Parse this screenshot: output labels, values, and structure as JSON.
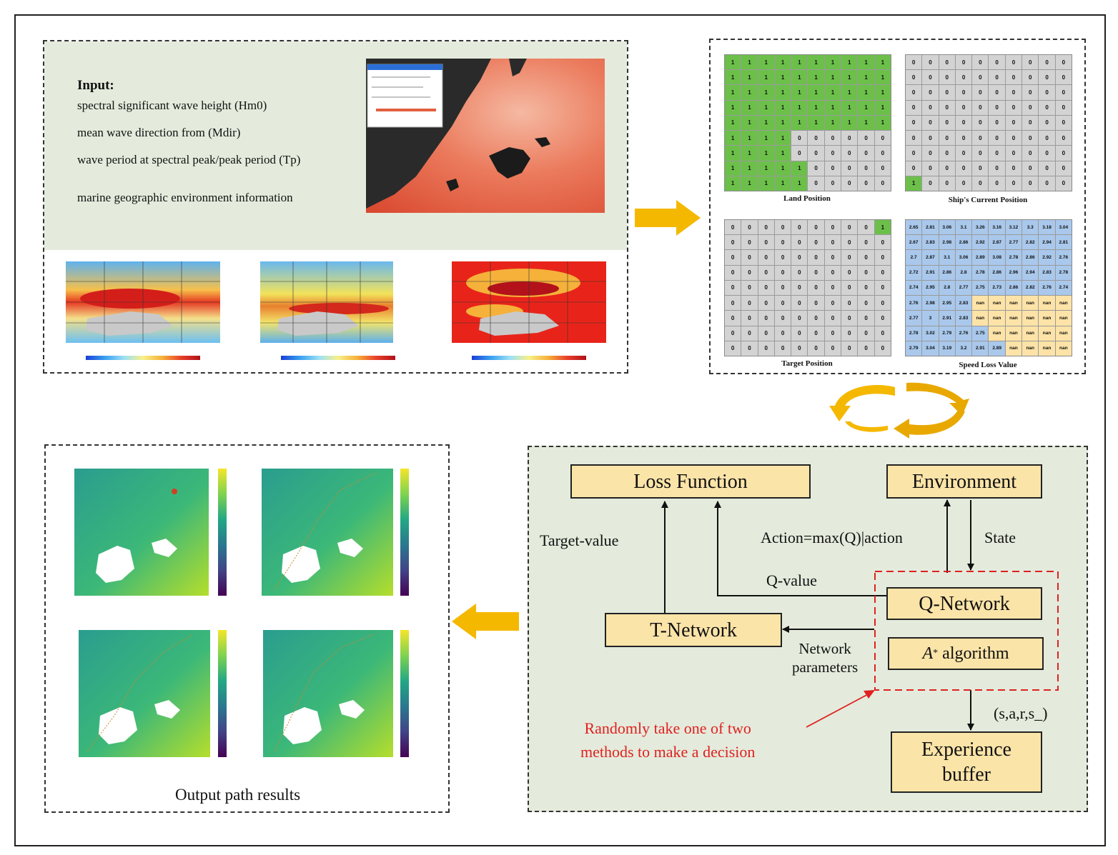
{
  "input": {
    "title": "Input:",
    "lines": [
      "spectral significant wave height (Hm0)",
      "mean wave direction from (Mdir)",
      "wave period at spectral peak/peak period (Tp)",
      "marine geographic environment information"
    ]
  },
  "grids": {
    "land_caption": "Land Position",
    "ship_caption": "Ship's Current Position",
    "target_caption": "Target Position",
    "speed_caption": "Speed Loss Value",
    "land_cells": [
      [
        1,
        1,
        1,
        1,
        1,
        1,
        1,
        1,
        1,
        1
      ],
      [
        1,
        1,
        1,
        1,
        1,
        1,
        1,
        1,
        1,
        1
      ],
      [
        1,
        1,
        1,
        1,
        1,
        1,
        1,
        1,
        1,
        1
      ],
      [
        1,
        1,
        1,
        1,
        1,
        1,
        1,
        1,
        1,
        1
      ],
      [
        1,
        1,
        1,
        1,
        1,
        1,
        1,
        1,
        1,
        1
      ],
      [
        1,
        1,
        1,
        1,
        0,
        0,
        0,
        0,
        0,
        0
      ],
      [
        1,
        1,
        1,
        1,
        0,
        0,
        0,
        0,
        0,
        0
      ],
      [
        1,
        1,
        1,
        1,
        1,
        0,
        0,
        0,
        0,
        0
      ],
      [
        1,
        1,
        1,
        1,
        1,
        0,
        0,
        0,
        0,
        0
      ]
    ],
    "ship_cells": [
      [
        0,
        0,
        0,
        0,
        0,
        0,
        0,
        0,
        0,
        0
      ],
      [
        0,
        0,
        0,
        0,
        0,
        0,
        0,
        0,
        0,
        0
      ],
      [
        0,
        0,
        0,
        0,
        0,
        0,
        0,
        0,
        0,
        0
      ],
      [
        0,
        0,
        0,
        0,
        0,
        0,
        0,
        0,
        0,
        0
      ],
      [
        0,
        0,
        0,
        0,
        0,
        0,
        0,
        0,
        0,
        0
      ],
      [
        0,
        0,
        0,
        0,
        0,
        0,
        0,
        0,
        0,
        0
      ],
      [
        0,
        0,
        0,
        0,
        0,
        0,
        0,
        0,
        0,
        0
      ],
      [
        0,
        0,
        0,
        0,
        0,
        0,
        0,
        0,
        0,
        0
      ],
      [
        1,
        0,
        0,
        0,
        0,
        0,
        0,
        0,
        0,
        0
      ]
    ],
    "target_cells": [
      [
        0,
        0,
        0,
        0,
        0,
        0,
        0,
        0,
        0,
        1
      ],
      [
        0,
        0,
        0,
        0,
        0,
        0,
        0,
        0,
        0,
        0
      ],
      [
        0,
        0,
        0,
        0,
        0,
        0,
        0,
        0,
        0,
        0
      ],
      [
        0,
        0,
        0,
        0,
        0,
        0,
        0,
        0,
        0,
        0
      ],
      [
        0,
        0,
        0,
        0,
        0,
        0,
        0,
        0,
        0,
        0
      ],
      [
        0,
        0,
        0,
        0,
        0,
        0,
        0,
        0,
        0,
        0
      ],
      [
        0,
        0,
        0,
        0,
        0,
        0,
        0,
        0,
        0,
        0
      ],
      [
        0,
        0,
        0,
        0,
        0,
        0,
        0,
        0,
        0,
        0
      ],
      [
        0,
        0,
        0,
        0,
        0,
        0,
        0,
        0,
        0,
        0
      ]
    ],
    "speed_cells": [
      [
        "2.65",
        "2.81",
        "3.06",
        "3.1",
        "3.26",
        "3.16",
        "3.12",
        "3.3",
        "3.18",
        "3.04"
      ],
      [
        "2.67",
        "2.83",
        "2.98",
        "2.86",
        "2.92",
        "2.87",
        "2.77",
        "2.82",
        "2.94",
        "2.81"
      ],
      [
        "2.7",
        "2.87",
        "3.1",
        "3.06",
        "2.89",
        "3.08",
        "2.78",
        "2.86",
        "2.92",
        "2.76"
      ],
      [
        "2.72",
        "2.91",
        "2.86",
        "2.8",
        "2.78",
        "2.86",
        "2.96",
        "2.94",
        "2.83",
        "2.78"
      ],
      [
        "2.74",
        "2.95",
        "2.8",
        "2.77",
        "2.75",
        "2.73",
        "2.86",
        "2.82",
        "2.76",
        "2.74"
      ],
      [
        "2.76",
        "2.98",
        "2.95",
        "2.83",
        "nan",
        "nan",
        "nan",
        "nan",
        "nan",
        "nan"
      ],
      [
        "2.77",
        "3",
        "2.91",
        "2.83",
        "nan",
        "nan",
        "nan",
        "nan",
        "nan",
        "nan"
      ],
      [
        "2.78",
        "3.02",
        "2.79",
        "2.76",
        "2.75",
        "nan",
        "nan",
        "nan",
        "nan",
        "nan"
      ],
      [
        "2.79",
        "3.04",
        "3.19",
        "3.2",
        "2.91",
        "2.89",
        "nan",
        "nan",
        "nan",
        "nan"
      ]
    ]
  },
  "diagram": {
    "loss_function": "Loss Function",
    "environment": "Environment",
    "q_network": "Q-Network",
    "t_network": "T-Network",
    "a_star_symbol": "A",
    "a_star_sup": "*",
    "a_star_text": "algorithm",
    "experience_line1": "Experience",
    "experience_line2": "buffer",
    "target_value": "Target-value",
    "action": "Action=max(Q)|action",
    "state": "State",
    "q_value": "Q-value",
    "network_line1": "Network",
    "network_line2": "parameters",
    "transition": "(s,a,r,s_)",
    "random_line1": "Randomly take one of two",
    "random_line2": "methods to make a decision"
  },
  "output": {
    "caption": "Output path results"
  },
  "colors": {
    "box_fill": "#fbe4a8",
    "panel_bg": "#e4ebdc",
    "arrow_orange": "#f5b800",
    "land_green": "#6cc04a",
    "sea_blue": "#a9c8ec",
    "nan_yellow": "#fde3a7",
    "red_text": "#e02020"
  }
}
